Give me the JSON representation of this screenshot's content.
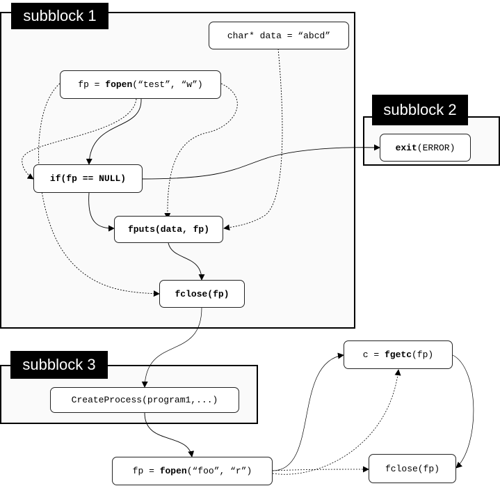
{
  "blocks": [
    {
      "id": "b1",
      "label": "subblock 1"
    },
    {
      "id": "b2",
      "label": "subblock 2"
    },
    {
      "id": "b3",
      "label": "subblock 3"
    }
  ],
  "nodes": {
    "data_decl": "char* data = “abcd”",
    "fopen_test": {
      "func": "fopen",
      "pre": "fp = ",
      "args": "(“test”, “w”)"
    },
    "if_null": {
      "pre": "if(fp == NULL)"
    },
    "fputs": {
      "func": "fputs",
      "args": "(data, fp)"
    },
    "fclose1": {
      "func": "fclose",
      "args": "(fp)"
    },
    "exit": {
      "func": "exit",
      "args": "(ERROR)"
    },
    "create_process": {
      "func": "CreateProcess",
      "args": "(program1,...)"
    },
    "fopen_foo": {
      "func": "fopen",
      "pre": "fp = ",
      "args": "(“foo”, “r”)"
    },
    "fgetc": {
      "func": "fgetc",
      "pre": "c = ",
      "args": "(fp)"
    },
    "fclose2": {
      "func": "fclose",
      "args": "(fp)"
    }
  },
  "edges": [
    {
      "from": "fopen_test",
      "to": "if_null",
      "style": "solid"
    },
    {
      "from": "fopen_test",
      "to": "if_null",
      "style": "dotted"
    },
    {
      "from": "fopen_test",
      "to": "fputs",
      "style": "dotted"
    },
    {
      "from": "fopen_test",
      "to": "fclose1",
      "style": "dotted"
    },
    {
      "from": "data_decl",
      "to": "fputs",
      "style": "dotted"
    },
    {
      "from": "if_null",
      "to": "exit",
      "style": "solid"
    },
    {
      "from": "if_null",
      "to": "fputs",
      "style": "solid"
    },
    {
      "from": "fputs",
      "to": "fclose1",
      "style": "solid"
    },
    {
      "from": "fclose1",
      "to": "create_process",
      "style": "solid"
    },
    {
      "from": "create_process",
      "to": "fopen_foo",
      "style": "solid"
    },
    {
      "from": "fopen_foo",
      "to": "fgetc",
      "style": "solid"
    },
    {
      "from": "fopen_foo",
      "to": "fgetc",
      "style": "dotted"
    },
    {
      "from": "fopen_foo",
      "to": "fclose2",
      "style": "dotted"
    },
    {
      "from": "fgetc",
      "to": "fclose2",
      "style": "solid"
    }
  ]
}
